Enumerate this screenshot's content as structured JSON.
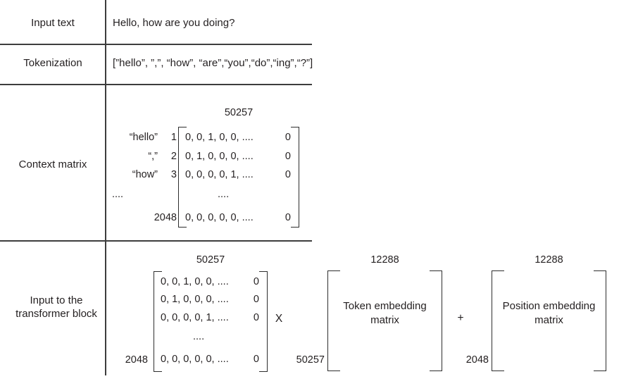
{
  "colors": {
    "background": "#ffffff",
    "text": "#231f20",
    "line": "#3d3d3d"
  },
  "input_text": {
    "label": "Input text",
    "content": "Hello, how are you doing?"
  },
  "tokenization": {
    "label": "Tokenization",
    "content": "[”hello”, ”,”, “how”, “are”,“you”,“do”,“ing”,“?”]"
  },
  "context_matrix": {
    "label": "Context matrix",
    "col_dim": "50257",
    "rows": [
      {
        "token": "“hello”",
        "index": "1",
        "values": "0, 0, 1, 0, 0, ....",
        "last": "0"
      },
      {
        "token": "“,”",
        "index": "2",
        "values": "0, 1, 0, 0, 0, ....",
        "last": "0"
      },
      {
        "token": "“how”",
        "index": "3",
        "values": "0, 0, 0, 0, 1, ....",
        "last": "0"
      },
      {
        "token": "....",
        "index": "",
        "values": "....",
        "last": ""
      },
      {
        "token": "",
        "index": "2048",
        "values": "0, 0, 0, 0, 0, ....",
        "last": "0"
      }
    ]
  },
  "transformer_input": {
    "label": "Input to the transformer block",
    "onehot_matrix": {
      "col_dim": "50257",
      "row_dim": "2048",
      "rows": [
        {
          "values": "0, 0, 1, 0, 0, ....",
          "last": "0"
        },
        {
          "values": "0, 1, 0, 0, 0, ....",
          "last": "0"
        },
        {
          "values": "0, 0, 0, 0, 1, ....",
          "last": "0"
        },
        {
          "values": "....",
          "last": ""
        },
        {
          "values": "0, 0, 0, 0, 0, ....",
          "last": "0"
        }
      ]
    },
    "multiply_operator": "X",
    "token_embedding_matrix": {
      "col_dim": "12288",
      "row_dim": "50257",
      "name": "Token embedding matrix"
    },
    "plus_operator": "+",
    "position_embedding_matrix": {
      "col_dim": "12288",
      "row_dim": "2048",
      "name": "Position embedding matrix"
    }
  }
}
